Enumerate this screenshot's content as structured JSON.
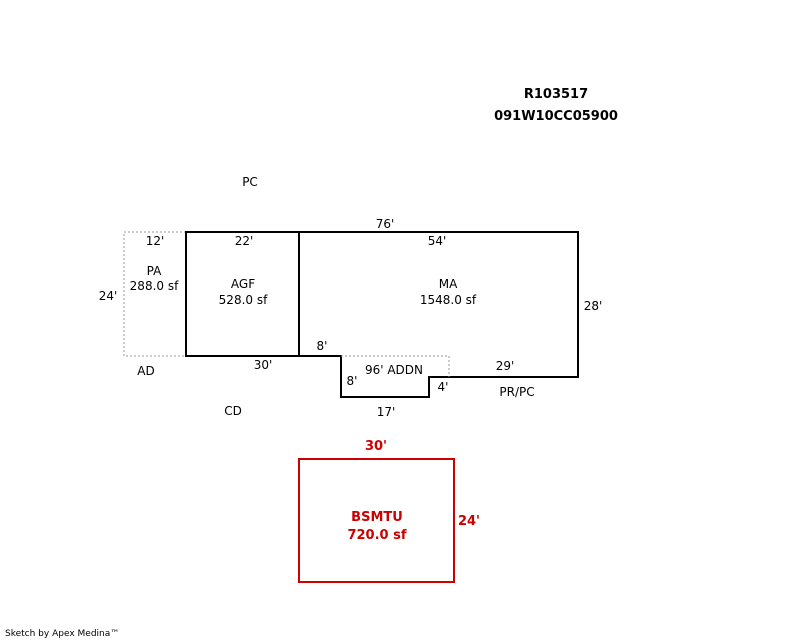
{
  "header": {
    "account_id": "R103517",
    "map_number": "091W10CC05900"
  },
  "colors": {
    "primary_outline": "#000000",
    "dotted_outline": "#999999",
    "basement_outline": "#cc0000",
    "basement_text": "#cc0000"
  },
  "areas": {
    "pa": {
      "code": "PA",
      "area": "288.0 sf"
    },
    "agf": {
      "code": "AGF",
      "area": "528.0 sf"
    },
    "ma": {
      "code": "MA",
      "area": "1548.0 sf"
    },
    "addn": {
      "label": "96' ADDN"
    },
    "bsmtu": {
      "code": "BSMTU",
      "area": "720.0 sf"
    }
  },
  "dimensions": {
    "d76": "76'",
    "d12": "12'",
    "d22": "22'",
    "d54": "54'",
    "d24_left": "24'",
    "d28": "28'",
    "d8_upper": "8'",
    "d8_lower": "8'",
    "d30": "30'",
    "d29": "29'",
    "d4": "4'",
    "d17": "17'",
    "bsmt_30": "30'",
    "bsmt_24": "24'"
  },
  "annotations": {
    "pc": "PC",
    "ad": "AD",
    "cd": "CD",
    "prpc": "PR/PC"
  },
  "footer": {
    "credit": "Sketch by Apex Medina™"
  }
}
